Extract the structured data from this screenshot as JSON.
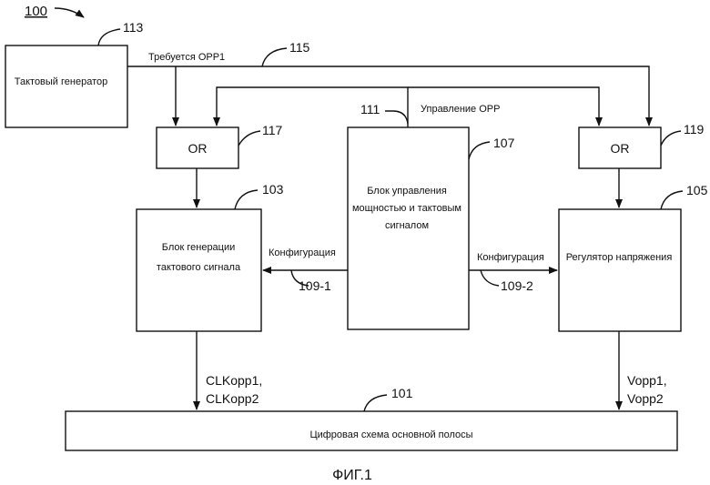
{
  "figure_number": "100",
  "caption": "ФИГ.1",
  "blocks": {
    "clock_generator": {
      "label": "Тактовый генератор",
      "ref": "113"
    },
    "or_left": {
      "label": "OR",
      "ref": "117"
    },
    "or_right": {
      "label": "OR",
      "ref": "119"
    },
    "clock_gen_block": {
      "label_line1": "Блок генерации",
      "label_line2": "тактового сигнала",
      "ref": "103"
    },
    "power_control": {
      "label_line1": "Блок управления",
      "label_line2": "мощностью и тактовым",
      "label_line3": "сигналом",
      "ref": "107"
    },
    "voltage_regulator": {
      "label": "Регулятор напряжения",
      "ref": "105"
    },
    "baseband": {
      "label": "Цифровая схема основной полосы",
      "ref": "101"
    }
  },
  "signals": {
    "opp1_required": {
      "label": "Требуется OPP1",
      "ref": "115"
    },
    "opp_control": {
      "label": "Управление OPP",
      "ref": "111"
    },
    "config_left": {
      "label": "Конфигурация",
      "ref": "109-1"
    },
    "config_right": {
      "label": "Конфигурация",
      "ref": "109-2"
    },
    "clk_out": {
      "line1": "CLKopp1,",
      "line2": "CLKopp2"
    },
    "v_out": {
      "line1": "Vopp1,",
      "line2": "Vopp2"
    }
  },
  "colors": {
    "line": "#111111",
    "background": "#ffffff"
  }
}
